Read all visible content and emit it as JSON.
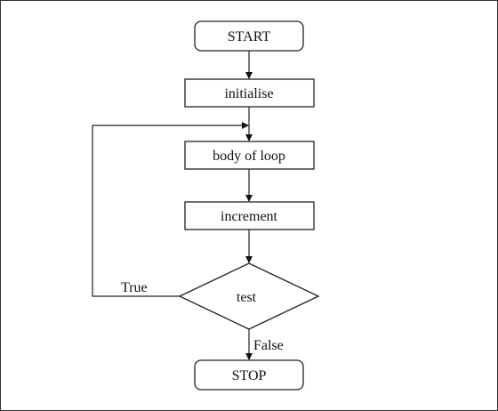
{
  "flowchart": {
    "start": "START",
    "initialise": "initialise",
    "body": "body of loop",
    "increment": "increment",
    "test": "test",
    "true_label": "True",
    "false_label": "False",
    "stop": "STOP"
  }
}
